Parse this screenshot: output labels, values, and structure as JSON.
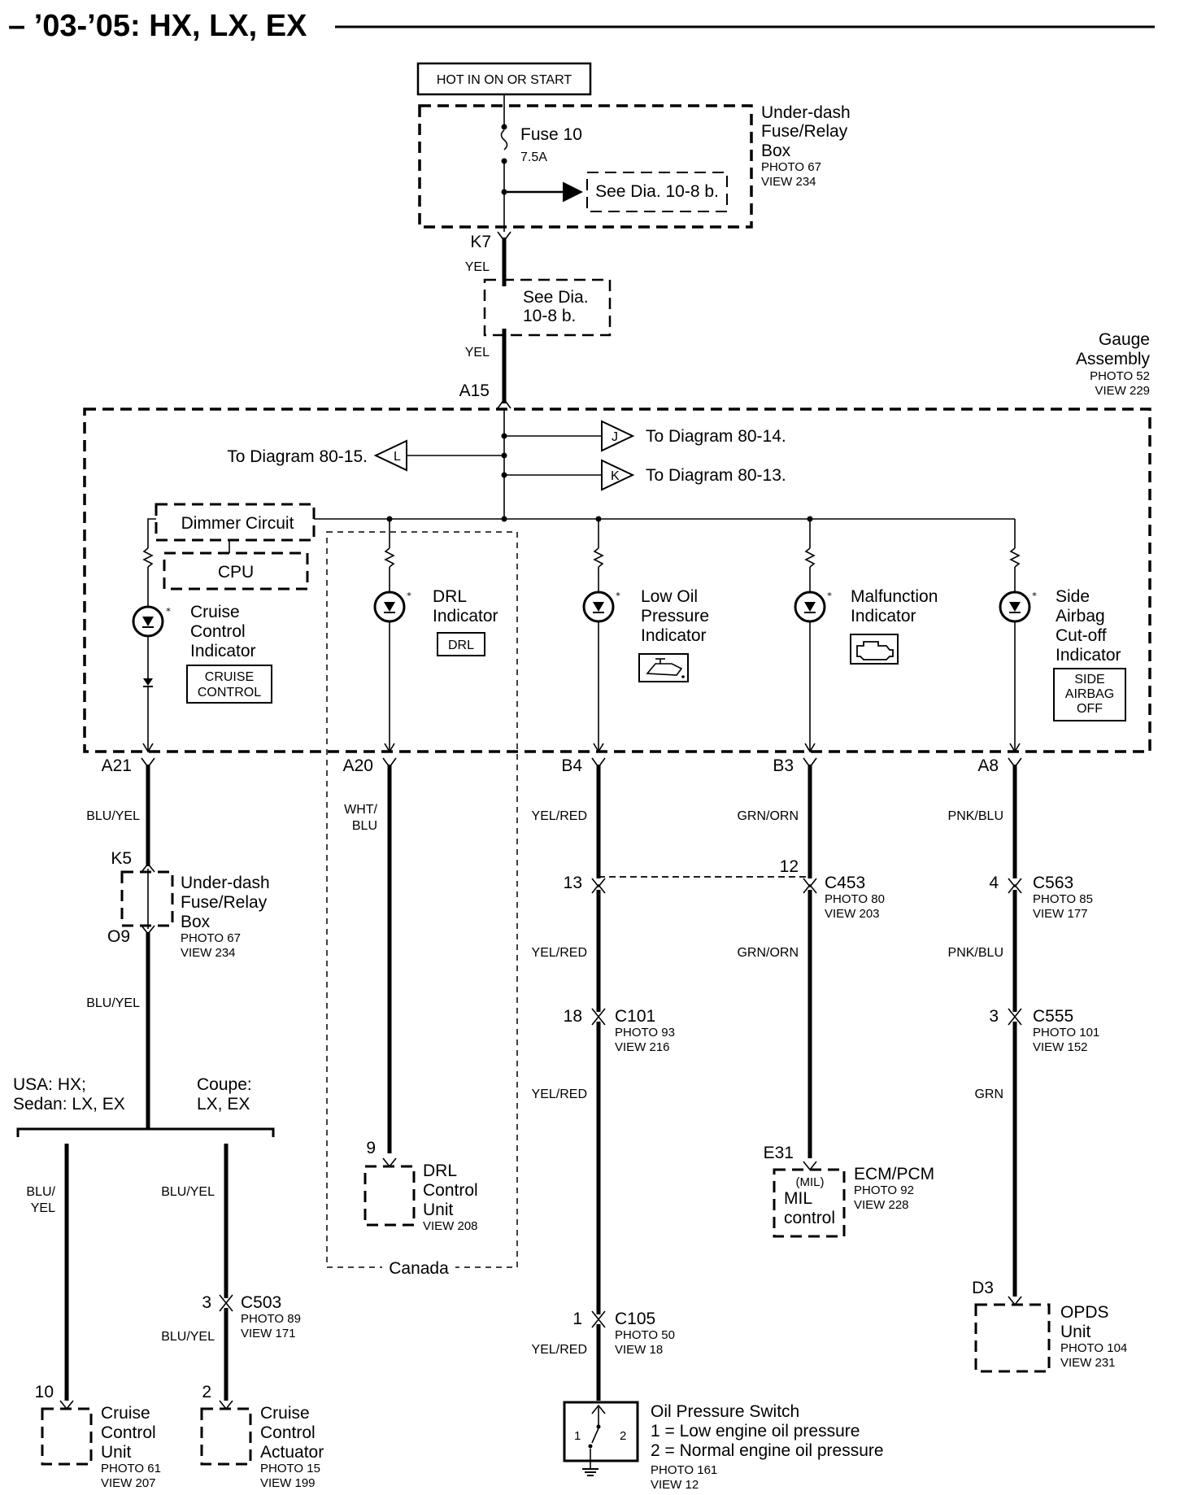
{
  "title": "– ’03-’05: HX, LX, EX",
  "power": {
    "hot_label": "HOT IN ON OR START",
    "fuse_box_name": [
      "Under-dash",
      "Fuse/Relay",
      "Box"
    ],
    "fuse_box_photo": "PHOTO 67",
    "fuse_box_view": "VIEW 234",
    "fuse_name": "Fuse 10",
    "fuse_rating": "7.5A",
    "see_dia_fuse": "See Dia. 10-8 b.",
    "k7": "K7",
    "yel_top": "YEL",
    "see_dia_line": [
      "See Dia.",
      "10-8 b."
    ],
    "yel_bottom": "YEL",
    "a15": "A15"
  },
  "gauge": {
    "name": [
      "Gauge",
      "Assembly"
    ],
    "photo": "PHOTO 52",
    "view": "VIEW 229",
    "to_j": "To Diagram 80-14.",
    "to_k": "To Diagram 80-13.",
    "to_l": "To Diagram 80-15.",
    "j": "J",
    "k": "K",
    "l": "L",
    "dimmer": "Dimmer Circuit",
    "cpu": "CPU",
    "cruise_ind": [
      "Cruise",
      "Control",
      "Indicator"
    ],
    "cruise_badge": [
      "CRUISE",
      "CONTROL"
    ],
    "drl_ind": [
      "DRL",
      "Indicator"
    ],
    "drl_badge": "DRL",
    "oil_ind": [
      "Low Oil",
      "Pressure",
      "Indicator"
    ],
    "mal_ind": [
      "Malfunction",
      "Indicator"
    ],
    "side_ind": [
      "Side",
      "Airbag",
      "Cut-off",
      "Indicator"
    ],
    "side_badge": [
      "SIDE",
      "AIRBAG",
      "OFF"
    ]
  },
  "pins": {
    "a21": "A21",
    "a20": "A20",
    "b4": "B4",
    "b3": "B3",
    "a8": "A8",
    "k5": "K5",
    "o9": "O9",
    "p13": "13",
    "p12": "12",
    "p4": "4",
    "p18": "18",
    "p3c555": "3",
    "p9": "9",
    "e31": "E31",
    "p3c503": "3",
    "p1": "1",
    "p10": "10",
    "p2": "2",
    "d3": "D3"
  },
  "wires": {
    "blu_yel_1": "BLU/YEL",
    "blu_yel_2": "BLU/YEL",
    "wht_blu": [
      "WHT/",
      "BLU"
    ],
    "yel_red_1": "YEL/RED",
    "yel_red_2": "YEL/RED",
    "yel_red_3": "YEL/RED",
    "yel_red_4": "YEL/RED",
    "grn_orn_1": "GRN/ORN",
    "grn_orn_2": "GRN/ORN",
    "pnk_blu_1": "PNK/BLU",
    "pnk_blu_2": "PNK/BLU",
    "grn": "GRN",
    "blu_yel_left": [
      "BLU/",
      "YEL"
    ],
    "blu_yel_mid": "BLU/YEL",
    "blu_yel_mid2": "BLU/YEL"
  },
  "connectors": {
    "udb2_name": [
      "Under-dash",
      "Fuse/Relay",
      "Box"
    ],
    "udb2_photo": "PHOTO 67",
    "udb2_view": "VIEW 234",
    "c453": "C453",
    "c453_photo": "PHOTO 80",
    "c453_view": "VIEW 203",
    "c563": "C563",
    "c563_photo": "PHOTO 85",
    "c563_view": "VIEW 177",
    "c101": "C101",
    "c101_photo": "PHOTO 93",
    "c101_view": "VIEW 216",
    "c555": "C555",
    "c555_photo": "PHOTO 101",
    "c555_view": "VIEW 152",
    "c503": "C503",
    "c503_photo": "PHOTO 89",
    "c503_view": "VIEW 171",
    "c105": "C105",
    "c105_photo": "PHOTO 50",
    "c105_view": "VIEW 18"
  },
  "branch": {
    "usa": [
      "USA: HX;",
      "Sedan: LX, EX"
    ],
    "coupe": [
      "Coupe:",
      "LX, EX"
    ]
  },
  "components": {
    "drl_unit": [
      "DRL",
      "Control",
      "Unit"
    ],
    "drl_unit_view": "VIEW 208",
    "canada": "Canada",
    "ecm": "ECM/PCM",
    "ecm_photo": "PHOTO 92",
    "ecm_view": "VIEW 228",
    "mil_small": "(MIL)",
    "mil_big": [
      "MIL",
      "control"
    ],
    "opds": [
      "OPDS",
      "Unit"
    ],
    "opds_photo": "PHOTO 104",
    "opds_view": "VIEW 231",
    "ccu": [
      "Cruise",
      "Control",
      "Unit"
    ],
    "ccu_photo": "PHOTO 61",
    "ccu_view": "VIEW 207",
    "cca": [
      "Cruise",
      "Control",
      "Actuator"
    ],
    "cca_photo": "PHOTO 15",
    "cca_view": "VIEW 199",
    "ops": [
      "Oil Pressure Switch",
      "1 = Low engine oil pressure",
      "2 = Normal engine oil pressure"
    ],
    "ops_photo": "PHOTO 161",
    "ops_view": "VIEW 12",
    "ops_1": "1",
    "ops_2": "2"
  }
}
